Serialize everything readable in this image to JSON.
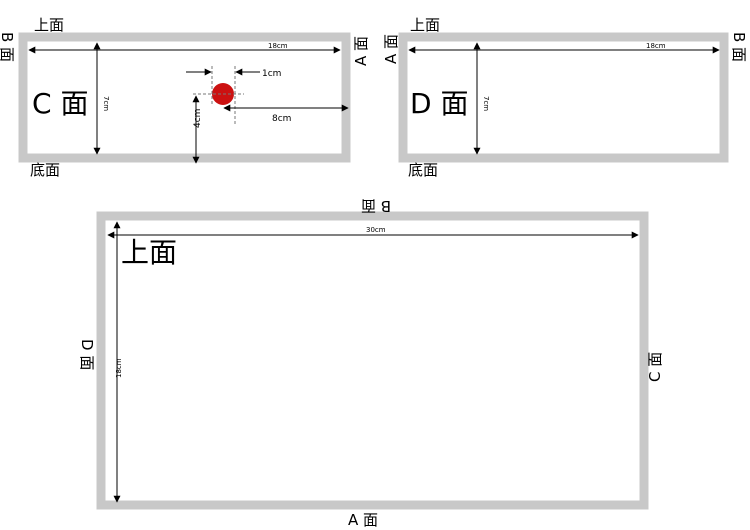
{
  "panels": {
    "c": {
      "face_label": "C 面",
      "top_label": "上面",
      "bottom_label": "底面",
      "left_label": "B 面",
      "right_label": "A 面",
      "width_label": "18cm",
      "height_label": "7cm",
      "hole_offset_top": "1cm",
      "hole_offset_right": "8cm",
      "hole_offset_bottom": "4cm",
      "hole_color": "#cc1111"
    },
    "d": {
      "face_label": "D 面",
      "top_label": "上面",
      "bottom_label": "底面",
      "left_label": "A 面",
      "right_label": "B 面",
      "width_label": "18cm",
      "height_label": "7cm"
    },
    "main": {
      "face_label": "上面",
      "top_label": "B 面",
      "bottom_label": "A 面",
      "left_label": "D 面",
      "right_label": "C 面",
      "width_label": "30cm",
      "height_label": "18cm"
    }
  },
  "colors": {
    "frame": "#c8c8c8",
    "line": "#000000"
  }
}
